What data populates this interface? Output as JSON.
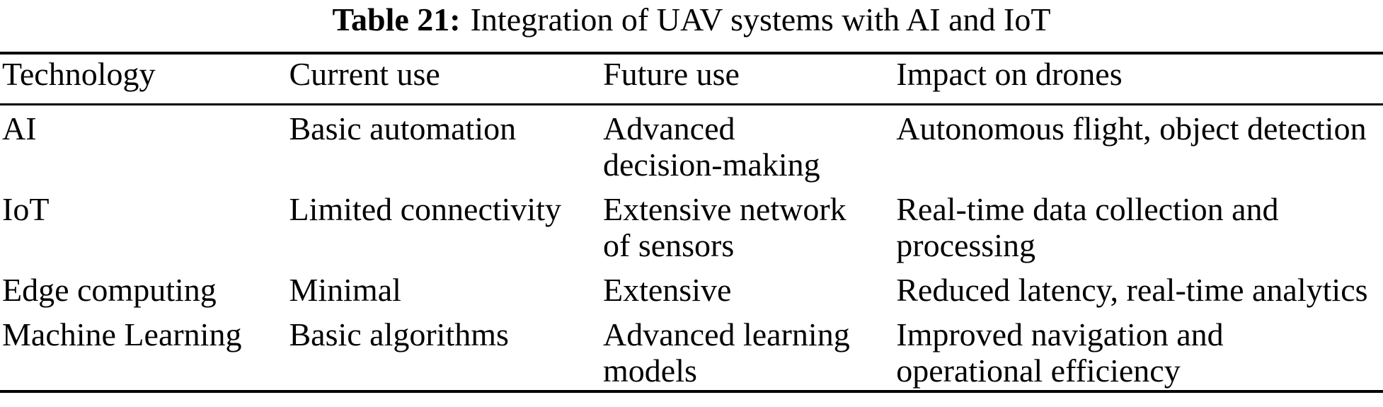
{
  "caption": {
    "label": "Table 21:",
    "text": "Integration of UAV systems with AI and IoT"
  },
  "table": {
    "columns": [
      "Technology",
      "Current use",
      "Future use",
      "Impact on drones"
    ],
    "rows": [
      [
        "AI",
        "Basic automation",
        "Advanced\ndecision-making",
        "Autonomous flight, object detection"
      ],
      [
        "IoT",
        "Limited connectivity",
        "Extensive network\nof sensors",
        "Real-time data collection and\nprocessing"
      ],
      [
        "Edge computing",
        "Minimal",
        "Extensive",
        "Reduced latency, real-time analytics"
      ],
      [
        "Machine Learning",
        "Basic algorithms",
        "Advanced learning\nmodels",
        "Improved navigation and\noperational efficiency"
      ]
    ]
  },
  "colors": {
    "text": "#000000",
    "background": "#ffffff",
    "rule": "#000000"
  }
}
